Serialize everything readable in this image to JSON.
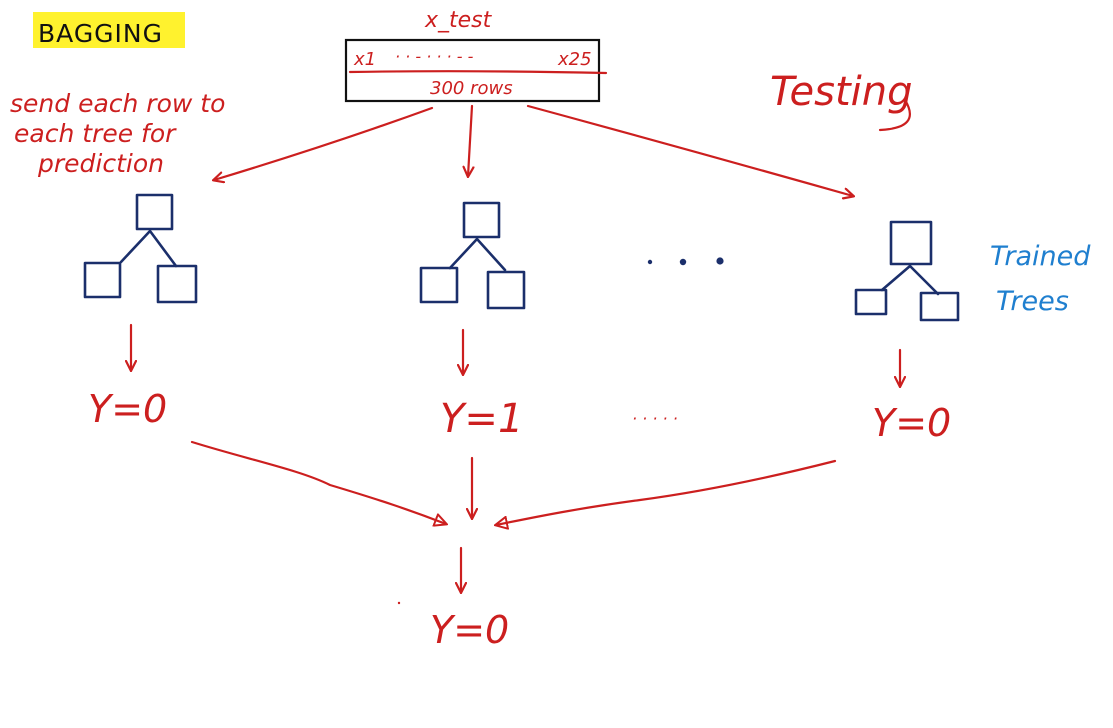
{
  "title": "BAGGING",
  "colors": {
    "highlight": "#fff22e",
    "ink_red": "#cc1f1f",
    "ink_blue": "#1f7fcf",
    "ink_navy": "#1b2f6b"
  },
  "test_set": {
    "label": "x_test",
    "first_feature": "x1",
    "last_feature": "x25",
    "rows": "300 rows"
  },
  "phase_label": "Testing",
  "instruction": [
    "send each row to",
    "each tree for",
    "prediction"
  ],
  "trees_label": [
    "Trained",
    "Trees"
  ],
  "tree_predictions": [
    "Y=0",
    "Y=1",
    "Y=0"
  ],
  "final_prediction": "Y=0"
}
